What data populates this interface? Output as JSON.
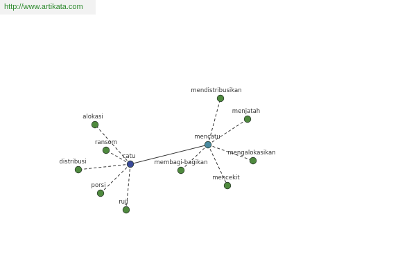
{
  "watermark": {
    "text": "http://www.artikata.com"
  },
  "graph": {
    "colors": {
      "root_node": "#3a4a9a",
      "hub_node": "#4a8aa0",
      "leaf_node": "#4f8a3e",
      "node_stroke": "#2a3a2a",
      "edge": "#333333",
      "label": "#333333"
    },
    "nodes": [
      {
        "id": "catu",
        "label": "catu",
        "kind": "root"
      },
      {
        "id": "mencatu",
        "label": "mencatu",
        "kind": "hub"
      },
      {
        "id": "alokasi",
        "label": "alokasi",
        "kind": "leaf"
      },
      {
        "id": "ransom",
        "label": "ransom",
        "kind": "leaf"
      },
      {
        "id": "distribusi",
        "label": "distribusi",
        "kind": "leaf"
      },
      {
        "id": "porsi",
        "label": "porsi",
        "kind": "leaf"
      },
      {
        "id": "ruji",
        "label": "ruji",
        "kind": "leaf"
      },
      {
        "id": "mendistribusikan",
        "label": "mendistribusikan",
        "kind": "leaf"
      },
      {
        "id": "menjatah",
        "label": "menjatah",
        "kind": "leaf"
      },
      {
        "id": "mengalokasikan",
        "label": "mengalokasikan",
        "kind": "leaf"
      },
      {
        "id": "membagi-bagikan",
        "label": "membagi-bagikan",
        "kind": "leaf"
      },
      {
        "id": "mencekit",
        "label": "mencekit",
        "kind": "leaf"
      }
    ],
    "edges": [
      {
        "from": "catu",
        "to": "mencatu",
        "style": "solid"
      },
      {
        "from": "catu",
        "to": "alokasi",
        "style": "dashed"
      },
      {
        "from": "catu",
        "to": "ransom",
        "style": "dashed"
      },
      {
        "from": "catu",
        "to": "distribusi",
        "style": "dashed"
      },
      {
        "from": "catu",
        "to": "porsi",
        "style": "dashed"
      },
      {
        "from": "catu",
        "to": "ruji",
        "style": "dashed"
      },
      {
        "from": "mencatu",
        "to": "mendistribusikan",
        "style": "dashed"
      },
      {
        "from": "mencatu",
        "to": "menjatah",
        "style": "dashed"
      },
      {
        "from": "mencatu",
        "to": "mengalokasikan",
        "style": "dashed"
      },
      {
        "from": "mencatu",
        "to": "membagi-bagikan",
        "style": "dashed"
      },
      {
        "from": "mencatu",
        "to": "mencekit",
        "style": "dashed"
      }
    ]
  }
}
